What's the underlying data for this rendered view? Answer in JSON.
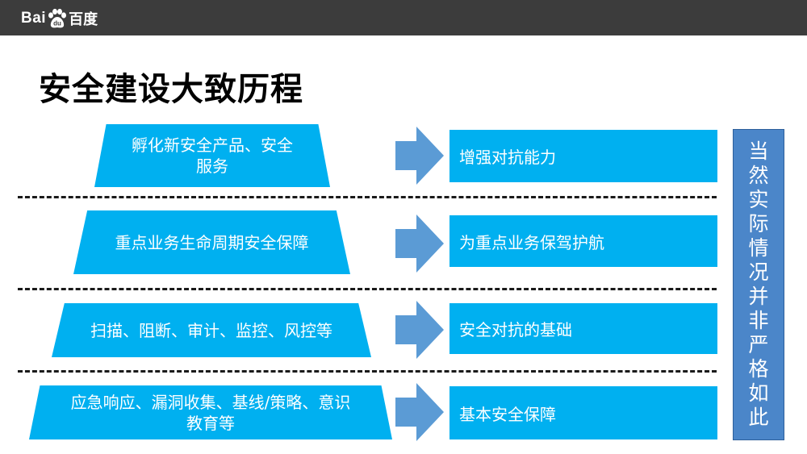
{
  "header": {
    "logo_latin_1": "Bai",
    "logo_paw_text": "du",
    "logo_cn": "百度",
    "bar_color": "#3c3c3c"
  },
  "title": "安全建设大致历程",
  "levels": [
    {
      "left_lines": [
        "孵化新安全产品、安全",
        "服务"
      ],
      "right": "增强对抗能力"
    },
    {
      "left_lines": [
        "重点业务生命周期安全保障"
      ],
      "right": "为重点业务保驾护航"
    },
    {
      "left_lines": [
        "扫描、阻断、审计、监控、风控等"
      ],
      "right": "安全对抗的基础"
    },
    {
      "left_lines": [
        "应急响应、漏洞收集、基线/策略、意识",
        "教育等"
      ],
      "right": "基本安全保障"
    }
  ],
  "side_note": "当然实际情况并非严格如此",
  "colors": {
    "box": "#00b0f0",
    "arrow": "#5b9bd5",
    "side": "#4b86c9"
  }
}
